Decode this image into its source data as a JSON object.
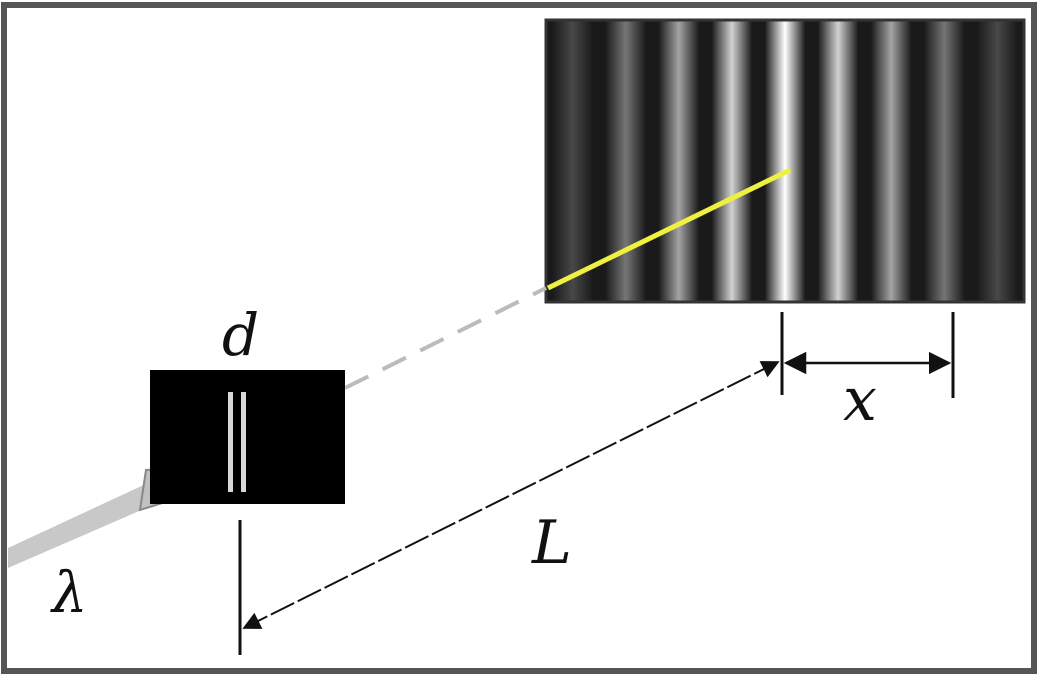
{
  "labels": {
    "d": "d",
    "x": "x",
    "L": "L",
    "lambda": "λ"
  },
  "pattern": {
    "fringe_count": 9,
    "central_fringe_index": 4
  },
  "colors": {
    "frame": "#555555",
    "slit_block": "#000000",
    "ray": "#f0f040",
    "screen_bg": "#1a1a1a",
    "arrow": "#111111",
    "incoming_beam": "#c8c8c8",
    "dashed_line": "#bbbbbb"
  }
}
